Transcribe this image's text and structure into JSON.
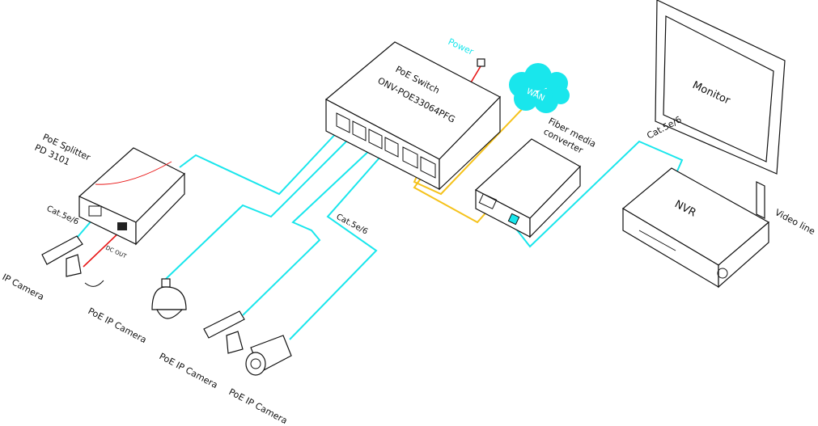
{
  "colors": {
    "ethernet_cable": "#19e6ec",
    "fiber_cable": "#f5c21b",
    "power_cable": "#e81616",
    "wan_cloud": "#19e6ec"
  },
  "switch": {
    "name": "PoE  Switch",
    "model": "ONV-POE33064PFG",
    "power_label": "Power"
  },
  "wan": {
    "label": "WAN"
  },
  "converter": {
    "line1": "Fiber media",
    "line2": "converter"
  },
  "monitor": {
    "label": "Monitor"
  },
  "nvr": {
    "label": "NVR",
    "video_line": "Video line",
    "cable": "Cat.5e/6"
  },
  "splitter": {
    "line1": "PoE Splitter",
    "line2": "PD 3101",
    "cable": "Cat.5e/6",
    "dc_out": "DC OUT"
  },
  "cameras": {
    "ip": "IP Camera",
    "poe1": "PoE IP Camera",
    "poe2": "PoE IP Camera",
    "poe3": "PoE IP Camera",
    "cable": "Cat.5e/6"
  }
}
